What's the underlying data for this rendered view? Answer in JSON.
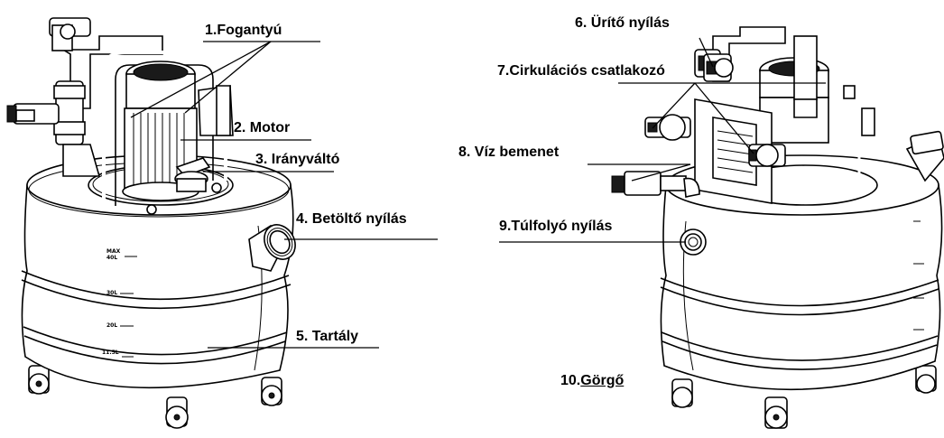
{
  "labels": {
    "handle": "1.Fogantyú",
    "motor": "2. Motor",
    "valve": "3. Irányváltó",
    "fill_port": "4. Betöltő nyílás",
    "tank": "5. Tartály",
    "drain_port": "6. Ürítő nyílás",
    "circulation": "7.Cirkulációs csatlakozó",
    "water_inlet": "8.  Víz bemenet",
    "overflow": "9.Túlfolyó nyílás",
    "wheel_num": "10.",
    "wheel_word": "Görgő"
  },
  "tank_marks": {
    "max": "MAX",
    "max_vol": "40L",
    "v30": "30L",
    "v20": "20L",
    "v11": "11.5L"
  }
}
